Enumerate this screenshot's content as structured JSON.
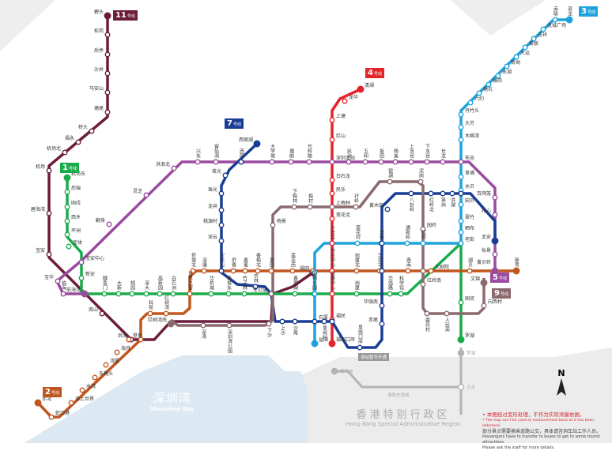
{
  "title": "深圳地铁线路图",
  "colors": {
    "water": "#dde9f2",
    "hk_area": "#ececec",
    "hk_line": "#b3b3b3"
  },
  "lines": [
    {
      "id": "l11",
      "badge": "11",
      "badge_text": "号线",
      "color": "#6b1d3a",
      "stations": [
        "碧头",
        "松岗",
        "后亭",
        "沙井",
        "马安山",
        "塘尾",
        "桥头",
        "福永",
        "机场北",
        "机场",
        "碧海湾",
        "宝安",
        "前海湾",
        "南山",
        "后海",
        "红树湾南",
        "车公庙",
        "福田"
      ]
    },
    {
      "id": "l1",
      "badge": "1",
      "badge_text": "号线",
      "color": "#1aab4b",
      "stations": [
        "机场东",
        "后瑞",
        "固戍",
        "西乡",
        "坪洲",
        "宝体",
        "宝安中心",
        "新安",
        "前海湾",
        "鲤鱼门",
        "大新",
        "桃园",
        "深大",
        "高新园",
        "白石洲",
        "世界之窗",
        "华侨城",
        "侨城东",
        "竹子林",
        "车公庙",
        "香蜜湖",
        "购物公园",
        "会展中心",
        "岗厦",
        "华强路",
        "科学馆",
        "大剧院",
        "老街",
        "国贸",
        "罗湖"
      ]
    },
    {
      "id": "l2",
      "badge": "2",
      "badge_text": "号线",
      "color": "#c0561f",
      "stations": [
        "赤湾",
        "蛇口港",
        "海上世界",
        "水湾",
        "东角头",
        "湾厦",
        "海月",
        "登良",
        "后海",
        "科苑",
        "红树湾",
        "世界之窗",
        "侨城北",
        "深康",
        "安托山",
        "侨香",
        "香蜜",
        "香梅北",
        "景田",
        "莲花西",
        "福田",
        "市民中心",
        "岗厦北",
        "华强北",
        "燕南",
        "大剧院",
        "湖贝",
        "黄贝岭",
        "新秀"
      ]
    },
    {
      "id": "l3",
      "badge": "3",
      "badge_text": "号线",
      "color": "#1fa3dc",
      "stations": [
        "双龙",
        "南联",
        "龙城广场",
        "吉祥",
        "爱联",
        "大运",
        "荷坳",
        "永湖",
        "横岗",
        "塘坑",
        "六约",
        "丹竹头",
        "大芬",
        "木棉湾",
        "布吉",
        "草埔",
        "水贝",
        "田贝",
        "翠竹",
        "晒布",
        "老街",
        "红岭",
        "通新岭",
        "华新",
        "莲花村",
        "少年宫",
        "福田",
        "购物公园",
        "石厦",
        "益田"
      ]
    },
    {
      "id": "l4",
      "badge": "4",
      "badge_text": "号线",
      "color": "#e3242b",
      "stations": [
        "清湖",
        "龙华",
        "上塘",
        "红山",
        "深圳北站",
        "白石龙",
        "民乐",
        "上梅林",
        "莲花北",
        "少年宫",
        "市民中心",
        "会展中心",
        "福民",
        "福田口岸"
      ]
    },
    {
      "id": "l5",
      "badge": "5",
      "badge_text": "号线",
      "color": "#9a4ba0",
      "stations": [
        "黄贝岭",
        "怡景",
        "太安",
        "布心",
        "百鸽笼",
        "布吉",
        "长龙",
        "下水径",
        "上水径",
        "杨美",
        "坂田",
        "五和",
        "民治",
        "深圳北站",
        "长岭陂",
        "塘朗",
        "大学城",
        "西丽",
        "留仙洞",
        "兴东",
        "洪浪北",
        "灵芝",
        "翻身",
        "宝安中心",
        "宝华",
        "临海",
        "前海湾"
      ]
    },
    {
      "id": "l7",
      "badge": "7",
      "badge_text": "号线",
      "color": "#1a3d95",
      "stations": [
        "西丽湖",
        "西丽",
        "茶光",
        "珠光",
        "龙井",
        "桃源村",
        "深云",
        "安托山",
        "农林",
        "车公庙",
        "上沙",
        "沙尾",
        "石厦",
        "皇岗村",
        "福民",
        "皇岗口岸",
        "赤尾",
        "华强南",
        "华强北",
        "华新",
        "黄木岗",
        "八卦岭",
        "红岭北",
        "笋岗",
        "洪湖",
        "田贝",
        "太安"
      ]
    },
    {
      "id": "l9",
      "badge": "9",
      "badge_text": "号线",
      "color": "#8b6a6f",
      "stations": [
        "文锦",
        "向西村",
        "人民南",
        "鹿丹村",
        "红岭南",
        "大剧院",
        "园岭",
        "泥岗",
        "银湖",
        "孖岭",
        "上梅林",
        "梅村",
        "下梅林",
        "梅景",
        "车公庙",
        "下沙",
        "深圳湾公园",
        "深湾",
        "红树湾南"
      ]
    }
  ],
  "hk": {
    "stations": [
      "罗湖",
      "上水",
      "落马洲"
    ],
    "line_name": "港铁东铁线",
    "closed_note": "该站暂不开通"
  },
  "labels": {
    "bay_cn": "深圳湾",
    "bay_en": "Shenzhen Bay",
    "hk_cn": "香港特别行政区",
    "hk_en": "Hong Kong Special Administrative Region",
    "north": "N"
  },
  "notes": {
    "line1": "• 本图经过变形处理，不作为实际测量依据。",
    "line2": "• The map can't be used as measurement basis as it has been deformed.",
    "line3": "部分景点需要换乘道路公交，具体请咨询车站工作人员。",
    "line4": "Passengers have to transfer to buses to get to some tourist attractions.",
    "line5": "Please ask the staff for more details."
  }
}
